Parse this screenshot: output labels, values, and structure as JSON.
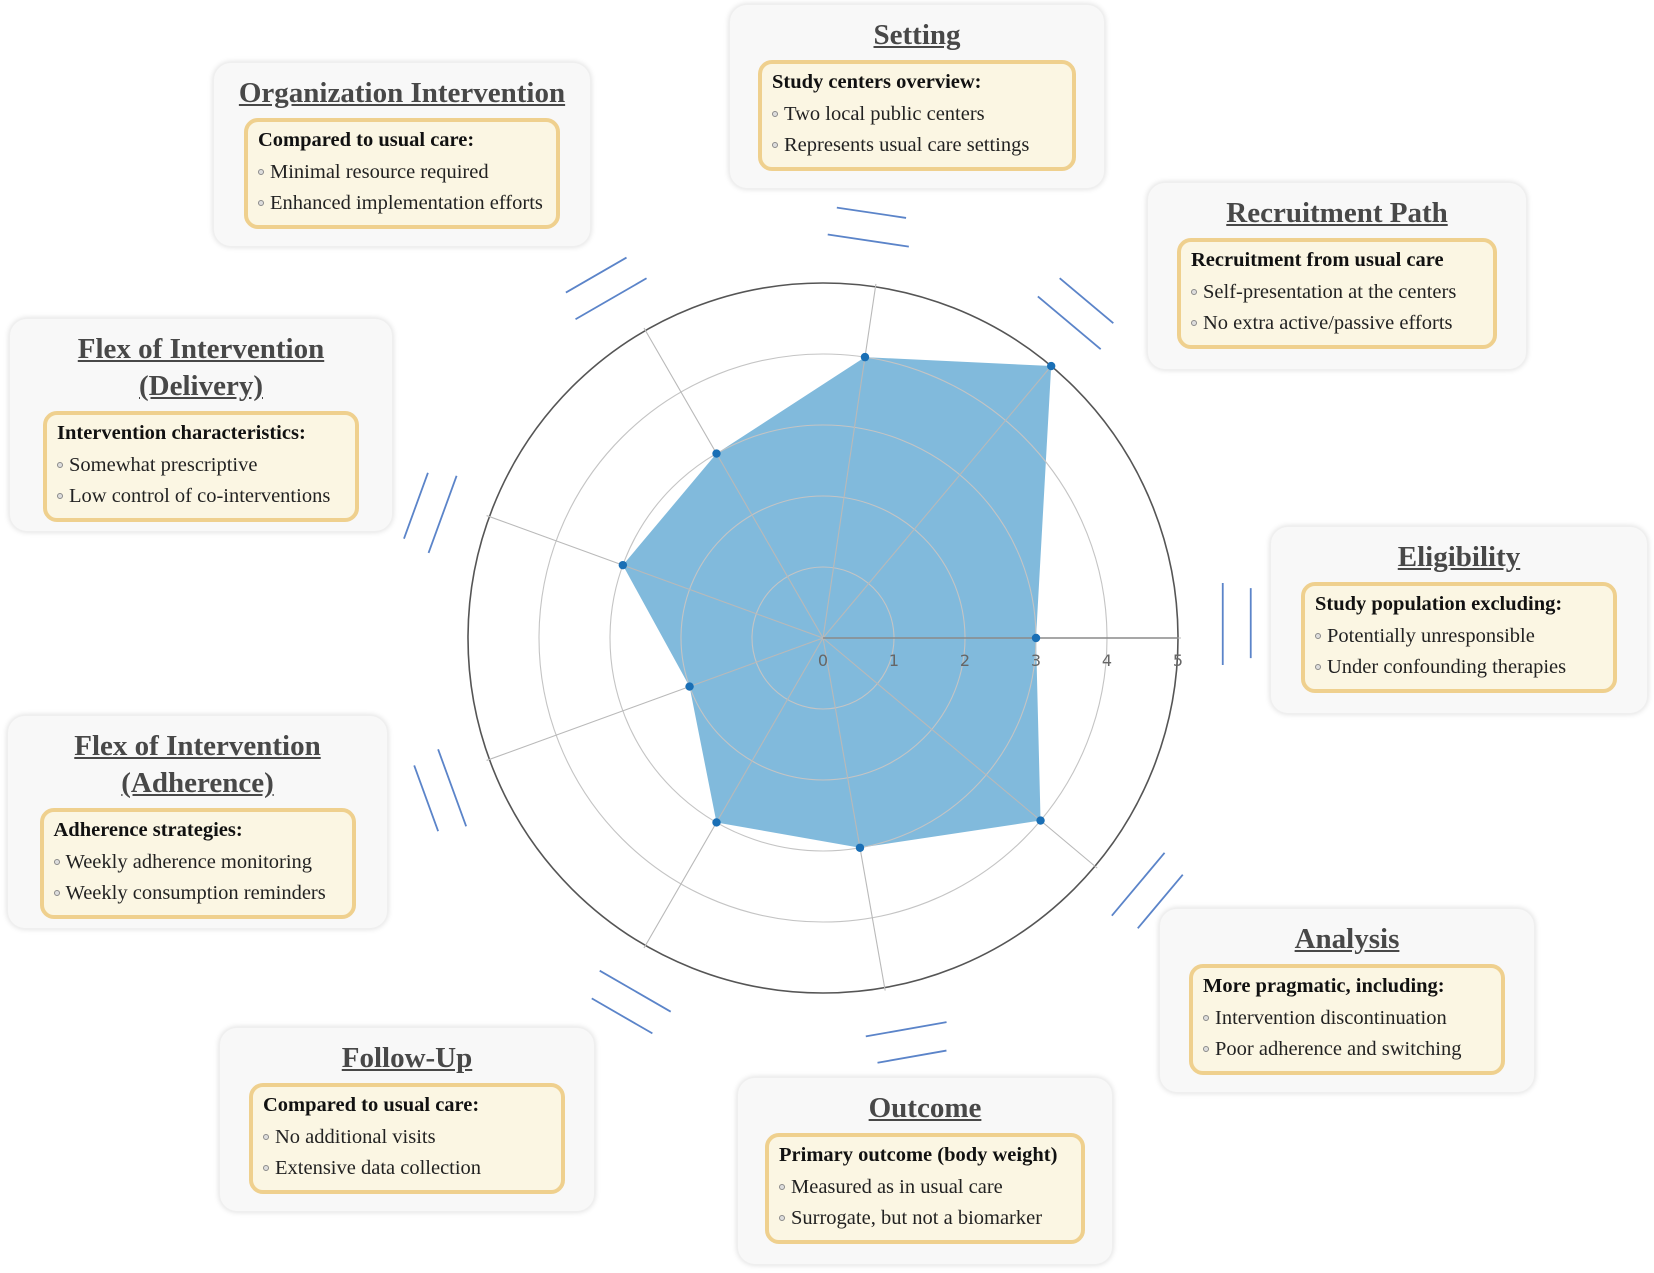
{
  "chart_data": {
    "type": "radar",
    "rmin": 0,
    "rmax": 5,
    "ticks": [
      "0",
      "1",
      "2",
      "3",
      "4",
      "5"
    ],
    "fill_color": "#6baed6",
    "point_color": "#1a6fb5",
    "axes": [
      "Setting",
      "Recruitment Path",
      "Eligibility",
      "Analysis",
      "Outcome",
      "Follow-Up",
      "Flex of Intervention (Adherence)",
      "Flex of Intervention (Delivery)",
      "Organization Intervention"
    ],
    "values": [
      4,
      5,
      3,
      4,
      3,
      3,
      2,
      3,
      3
    ],
    "tick_direction": "Eligibility"
  },
  "domains": [
    {
      "id": "setting",
      "title_lines": [
        "Setting"
      ],
      "header": "Study centers overview:",
      "items": [
        "Two local public centers",
        "Represents usual care settings"
      ]
    },
    {
      "id": "recruitment",
      "title_lines": [
        "Recruitment Path"
      ],
      "header": "Recruitment from usual care",
      "items": [
        "Self-presentation at the centers",
        "No extra active/passive efforts"
      ]
    },
    {
      "id": "eligibility",
      "title_lines": [
        "Eligibility"
      ],
      "header": "Study population excluding:",
      "items": [
        "Potentially unresponsible",
        "Under confounding therapies"
      ]
    },
    {
      "id": "analysis",
      "title_lines": [
        "Analysis"
      ],
      "header": "More pragmatic, including:",
      "items": [
        "Intervention discontinuation",
        "Poor adherence and switching"
      ]
    },
    {
      "id": "outcome",
      "title_lines": [
        "Outcome"
      ],
      "header": "Primary outcome (body weight)",
      "items": [
        "Measured as in usual care",
        "Surrogate, but not a biomarker"
      ]
    },
    {
      "id": "followup",
      "title_lines": [
        "Follow-Up"
      ],
      "header": "Compared to usual care:",
      "items": [
        "No additional visits",
        "Extensive data collection"
      ]
    },
    {
      "id": "adherence",
      "title_lines": [
        "Flex of Intervention",
        "(Adherence)"
      ],
      "header": "Adherence strategies:",
      "items": [
        "Weekly adherence monitoring",
        "Weekly consumption reminders"
      ]
    },
    {
      "id": "delivery",
      "title_lines": [
        "Flex of Intervention",
        "(Delivery)"
      ],
      "header": "Intervention characteristics:",
      "items": [
        "Somewhat prescriptive",
        "Low control of co-interventions"
      ]
    },
    {
      "id": "organization",
      "title_lines": [
        "Organization Intervention"
      ],
      "header": "Compared to usual care:",
      "items": [
        "Minimal resource required",
        "Enhanced implementation efforts"
      ]
    }
  ]
}
